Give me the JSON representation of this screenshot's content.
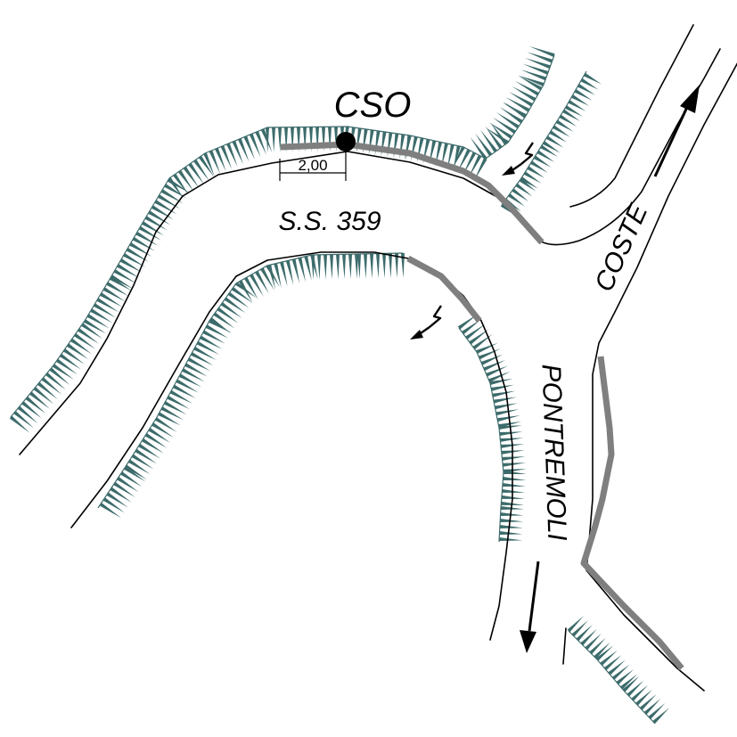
{
  "labels": {
    "point_label": "CSO",
    "dimension_value": "2,00",
    "road_name": "S.S. 359",
    "direction_north": "COSTE",
    "direction_south": "PONTREMOLI"
  },
  "colors": {
    "embankment_hatch": "#3d6b6b",
    "kerb": "#7f7f7f",
    "road_edge": "#000000",
    "point_marker": "#000000"
  },
  "icons": {
    "point_marker": "filled-circle-icon",
    "drain_arrow": "small-arrow-icon",
    "direction_arrow": "arrow-icon"
  }
}
